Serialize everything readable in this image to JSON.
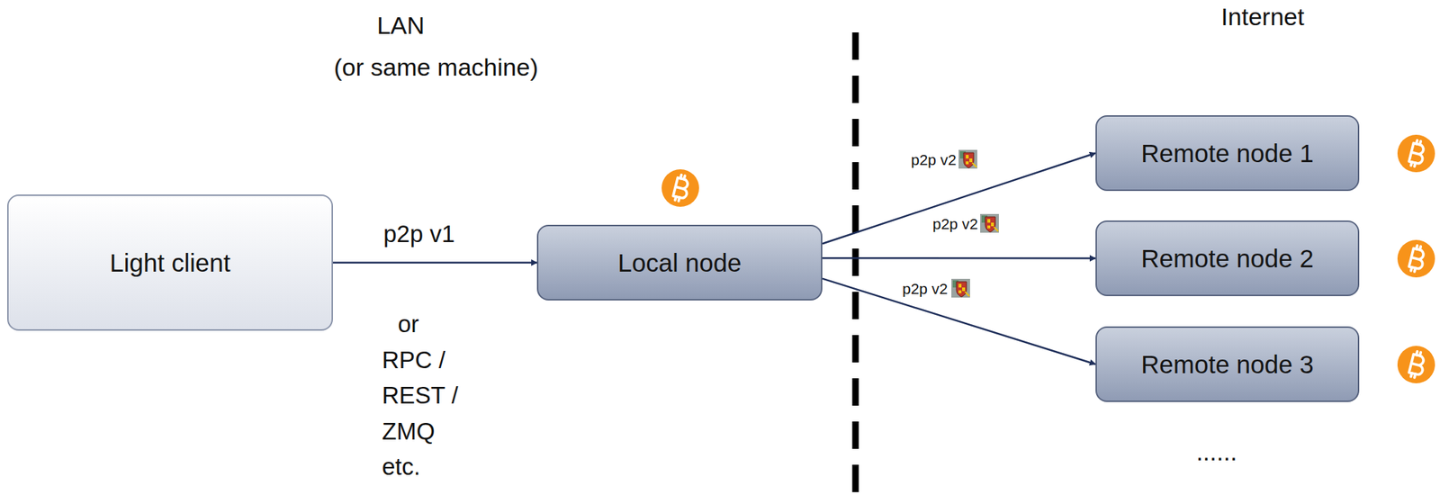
{
  "diagram": {
    "nodes": [
      {
        "text": [
          "Light client"
        ]
      },
      {
        "text": [
          "Local node"
        ]
      },
      {
        "text": [
          "Remote node 1"
        ]
      },
      {
        "text": [
          "Remote node 2"
        ]
      },
      {
        "text": [
          "Remote node 3"
        ]
      }
    ],
    "edges": [
      {
        "from": 0,
        "to": 1,
        "label": "p2p v1",
        "arrow": "to"
      },
      {
        "from": 1,
        "to": 2,
        "label": "p2p v2",
        "arrow": "to"
      },
      {
        "from": 1,
        "to": 3,
        "label": "p2p v2",
        "arrow": "to"
      },
      {
        "from": 1,
        "to": 4,
        "label": "p2p v2",
        "arrow": "to"
      }
    ],
    "labels": [
      "LAN",
      "(or same machine)",
      "Internet",
      "or RPC / REST / ZMQ etc.",
      "......"
    ]
  }
}
